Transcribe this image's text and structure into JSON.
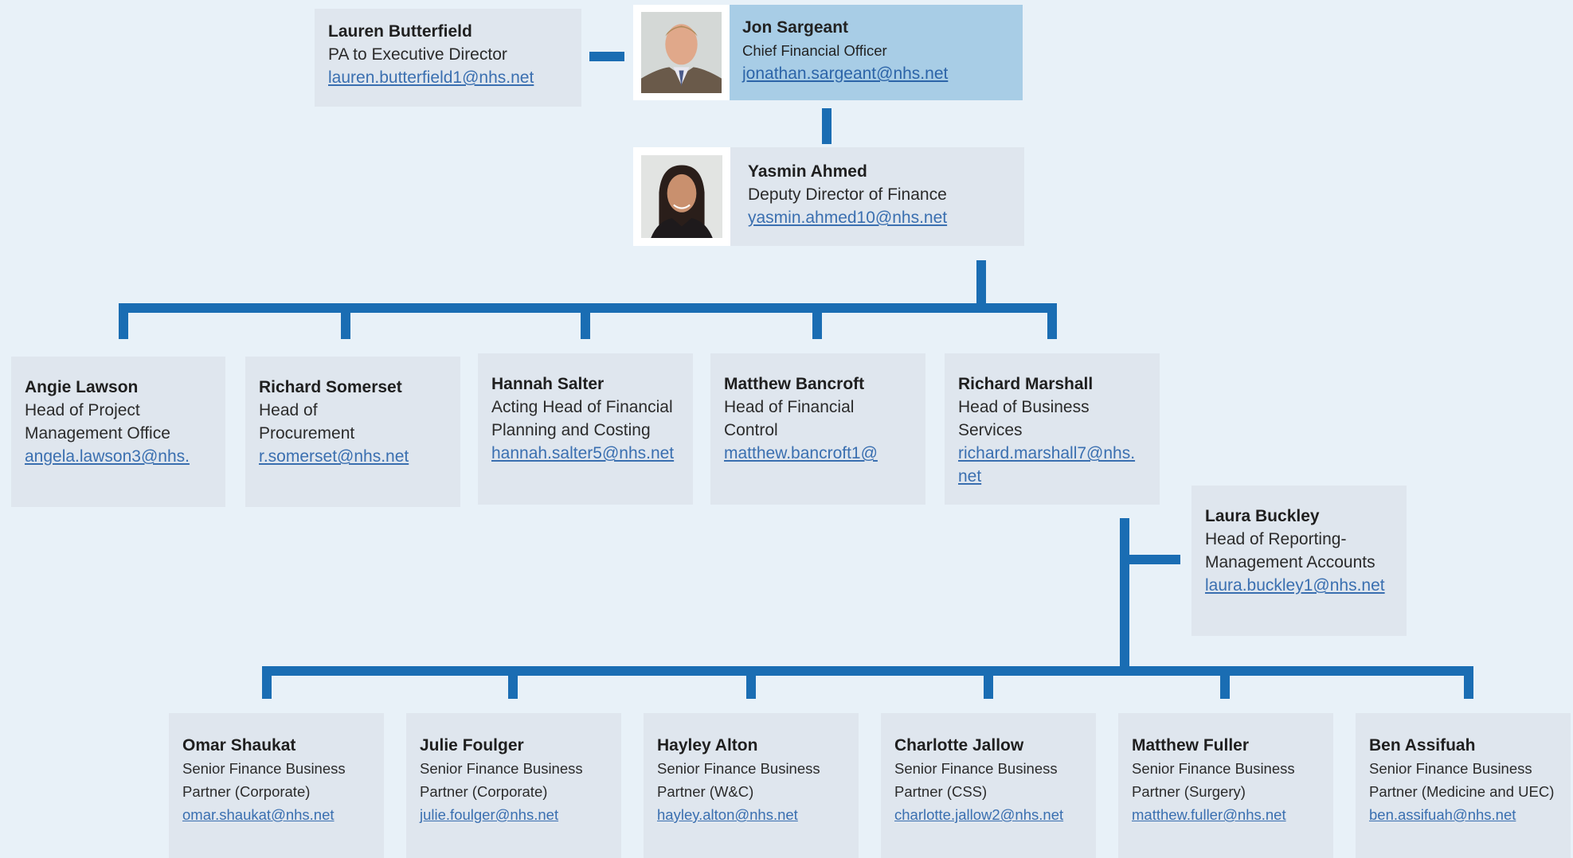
{
  "colors": {
    "background": "#e8f1f8",
    "card": "#dfe6ee",
    "highlight_card": "#a8cde6",
    "connector": "#1a6db3",
    "link": "#3a6fb0"
  },
  "top": {
    "pa": {
      "name": "Lauren Butterfield",
      "role": "PA to Executive Director",
      "email": "lauren.butterfield1@nhs.net"
    },
    "cfo": {
      "name": "Jon Sargeant",
      "role": "Chief Financial Officer",
      "email": "jonathan.sargeant@nhs.net",
      "photo_icon": "person-photo-male"
    },
    "deputy": {
      "name": "Yasmin Ahmed",
      "role": "Deputy Director of Finance",
      "email": "yasmin.ahmed10@nhs.net",
      "photo_icon": "person-photo-female"
    }
  },
  "heads": [
    {
      "name": "Angie Lawson",
      "role_lines": [
        "Head of Project",
        "Management Office"
      ],
      "email_lines": [
        "angela.lawson3@nhs."
      ]
    },
    {
      "name": "Richard Somerset",
      "role_lines": [
        "Head of",
        "Procurement"
      ],
      "email_lines": [
        "r.somerset@nhs.net"
      ]
    },
    {
      "name": "Hannah Salter",
      "role_lines": [
        "Acting Head of Financial",
        "Planning and Costing"
      ],
      "email_lines": [
        "hannah.salter5@nhs.net"
      ]
    },
    {
      "name": "Matthew Bancroft",
      "role_lines": [
        "Head of Financial",
        "Control"
      ],
      "email_lines": [
        "matthew.bancroft1@"
      ]
    },
    {
      "name": "Richard Marshall",
      "role_lines": [
        "Head of Business",
        "Services"
      ],
      "email_lines": [
        "richard.marshall7@nhs.",
        "net"
      ]
    }
  ],
  "reporting": {
    "name": "Laura Buckley",
    "role_lines": [
      "Head of Reporting-",
      "Management Accounts"
    ],
    "email": "laura.buckley1@nhs.net"
  },
  "partners": [
    {
      "name": "Omar Shaukat",
      "role_lines": [
        "Senior Finance Business",
        "Partner (Corporate)"
      ],
      "email": "omar.shaukat@nhs.net"
    },
    {
      "name": "Julie Foulger",
      "role_lines": [
        "Senior Finance Business",
        "Partner (Corporate)"
      ],
      "email": "julie.foulger@nhs.net"
    },
    {
      "name": "Hayley Alton",
      "role_lines": [
        "Senior Finance Business",
        "Partner (W&C)"
      ],
      "email": "hayley.alton@nhs.net"
    },
    {
      "name": "Charlotte Jallow",
      "role_lines": [
        "Senior Finance Business",
        "Partner (CSS)"
      ],
      "email": "charlotte.jallow2@nhs.net"
    },
    {
      "name": "Matthew Fuller",
      "role_lines": [
        "Senior Finance Business",
        "Partner (Surgery)"
      ],
      "email": "matthew.fuller@nhs.net"
    },
    {
      "name": "Ben Assifuah",
      "role_lines": [
        "Senior Finance Business",
        "Partner (Medicine and UEC)"
      ],
      "email": "ben.assifuah@nhs.net"
    }
  ]
}
